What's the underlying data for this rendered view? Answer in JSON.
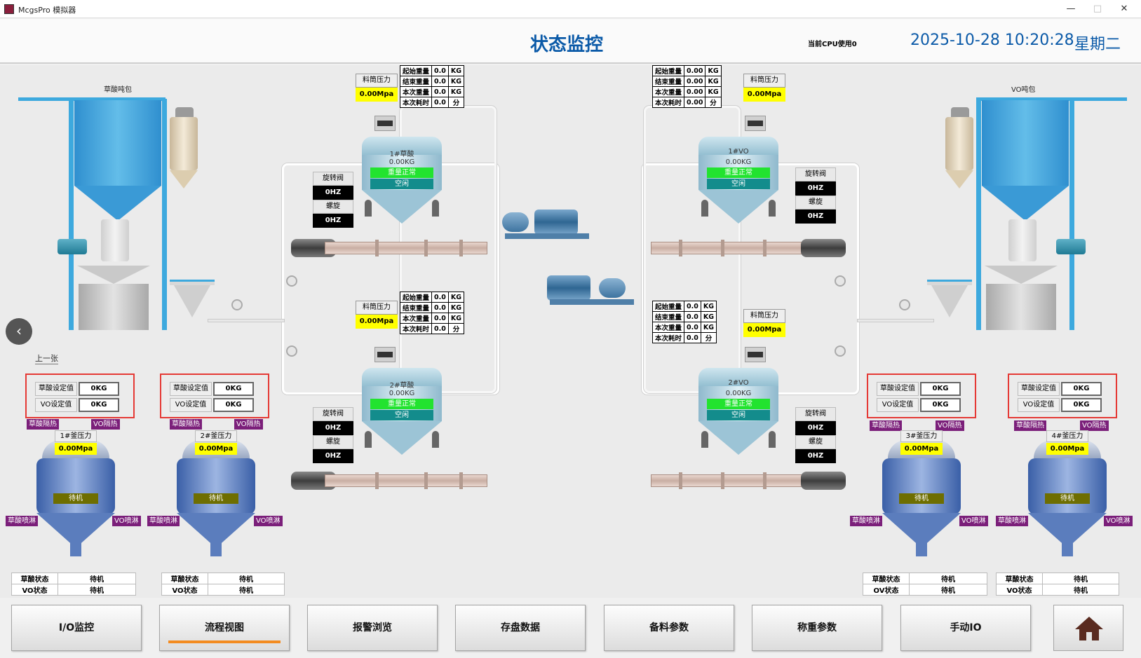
{
  "window": {
    "title": "McgsPro 模拟器",
    "minimize": "—",
    "maximize": "□",
    "close": "✕"
  },
  "header": {
    "title": "状态监控",
    "cpu_label": "当前CPU使用0",
    "datetime": "2025-10-28 10:20:28",
    "weekday": "星期二"
  },
  "silos": {
    "left_label": "草酸吨包",
    "right_label": "VO吨包"
  },
  "info_labels": {
    "start_weight": "起始重量",
    "end_weight": "结束重量",
    "this_weight": "本次重量",
    "this_time": "本次耗时",
    "kg": "KG",
    "minute": "分",
    "tank_pressure": "料筒压力"
  },
  "weigh_tanks": [
    {
      "name": "1#草酸",
      "kg": "0.00KG",
      "status_ok": "重量正常",
      "status_idle": "空闲",
      "start": "0.0",
      "end": "0.0",
      "this": "0.0",
      "time": "0.0",
      "pressure": "0.00Mpa"
    },
    {
      "name": "1#VO",
      "kg": "0.00KG",
      "status_ok": "重量正常",
      "status_idle": "空闲",
      "start": "0.00",
      "end": "0.00",
      "this": "0.00",
      "time": "0.00",
      "pressure": "0.00Mpa"
    },
    {
      "name": "2#草酸",
      "kg": "0.00KG",
      "status_ok": "重量正常",
      "status_idle": "空闲",
      "start": "0.0",
      "end": "0.0",
      "this": "0.0",
      "time": "0.0",
      "pressure": "0.00Mpa"
    },
    {
      "name": "2#VO",
      "kg": "0.00KG",
      "status_ok": "重量正常",
      "status_idle": "空闲",
      "start": "0.0",
      "end": "0.0",
      "this": "0.0",
      "time": "0.0",
      "pressure": "0.00Mpa"
    }
  ],
  "hz_labels": {
    "rotary": "旋转阀",
    "screw": "螺旋"
  },
  "hz_values": [
    "0HZ",
    "0HZ",
    "0HZ",
    "0HZ",
    "0HZ",
    "0HZ",
    "0HZ",
    "0HZ"
  ],
  "set_labels": {
    "oxalic": "草酸设定值",
    "vo": "VO设定值"
  },
  "set_values": [
    "0KG",
    "0KG",
    "0KG",
    "0KG",
    "0KG",
    "0KG",
    "0KG",
    "0KG"
  ],
  "reactor_tags": {
    "oxalic_heat": "草酸隔热",
    "vo_heat": "VO隔热",
    "oxalic_spray": "草酸喷淋",
    "vo_spray": "VO喷淋"
  },
  "reactors": [
    {
      "pressure_label": "1#釜压力",
      "pressure": "0.00Mpa",
      "status": "待机"
    },
    {
      "pressure_label": "2#釜压力",
      "pressure": "0.00Mpa",
      "status": "待机"
    },
    {
      "pressure_label": "3#釜压力",
      "pressure": "0.00Mpa",
      "status": "待机"
    },
    {
      "pressure_label": "4#釜压力",
      "pressure": "0.00Mpa",
      "status": "待机"
    }
  ],
  "status_tables": [
    {
      "k1": "草酸状态",
      "v1": "待机",
      "k2": "VO状态",
      "v2": "待机"
    },
    {
      "k1": "草酸状态",
      "v1": "待机",
      "k2": "VO状态",
      "v2": "待机"
    },
    {
      "k1": "草酸状态",
      "v1": "待机",
      "k2": "OV状态",
      "v2": "待机"
    },
    {
      "k1": "草酸状态",
      "v1": "待机",
      "k2": "VO状态",
      "v2": "待机"
    }
  ],
  "prev": {
    "icon": "‹",
    "label": "上一张"
  },
  "nav": [
    "I/O监控",
    "流程视图",
    "报警浏览",
    "存盘数据",
    "备料参数",
    "称重参数",
    "手动IO"
  ],
  "colors": {
    "title_blue": "#0b5aa8",
    "status_green": "#22e32f",
    "idle_teal": "#138c8c",
    "pressure_yellow": "#ffff00",
    "tag_purple": "#7b1f7a",
    "setbox_red": "#e53935",
    "active_underline": "#f38b20"
  }
}
